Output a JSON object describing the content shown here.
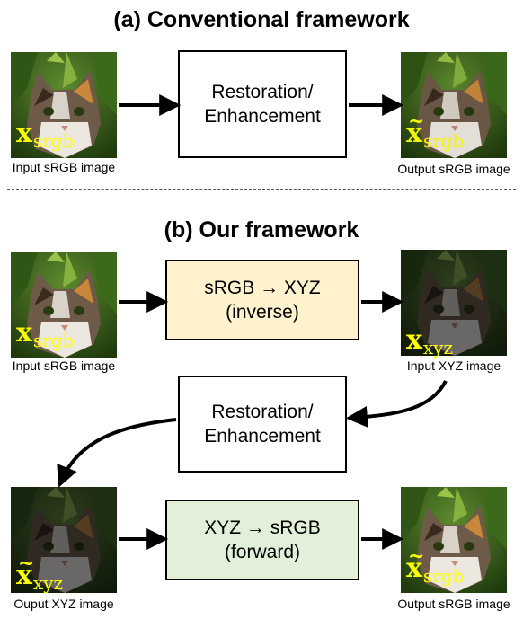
{
  "section_a": {
    "title": "(a) Conventional framework",
    "box": {
      "line1": "Restoration/",
      "line2": "Enhancement"
    },
    "input_caption": "Input sRGB image",
    "output_caption": "Output sRGB image",
    "input_label": {
      "base": "x",
      "tilde": "",
      "sub": "srgb"
    },
    "output_label": {
      "base": "x",
      "tilde": "~",
      "sub": "srgb"
    }
  },
  "section_b": {
    "title": "(b) Our framework",
    "inverse_box": {
      "line1": "sRGB → XYZ",
      "line2": "(inverse)",
      "fill": "#fff2cc"
    },
    "restore_box": {
      "line1": "Restoration/",
      "line2": "Enhancement"
    },
    "forward_box": {
      "line1": "XYZ → sRGB",
      "line2": "(forward)",
      "fill": "#e2f0d9"
    },
    "captions": {
      "input_srgb": "Input sRGB image",
      "input_xyz": "Input XYZ image",
      "output_xyz": "Ouput XYZ image",
      "output_srgb": "Output sRGB image"
    },
    "labels": {
      "input_srgb": {
        "base": "x",
        "tilde": "",
        "sub": "srgb"
      },
      "input_xyz": {
        "base": "x",
        "tilde": "",
        "sub": "xyz"
      },
      "output_xyz": {
        "base": "x",
        "tilde": "~",
        "sub": "xyz"
      },
      "output_srgb": {
        "base": "x",
        "tilde": "~",
        "sub": "srgb"
      }
    }
  },
  "colors": {
    "label": "#ffff00",
    "arrow": "#000000"
  }
}
